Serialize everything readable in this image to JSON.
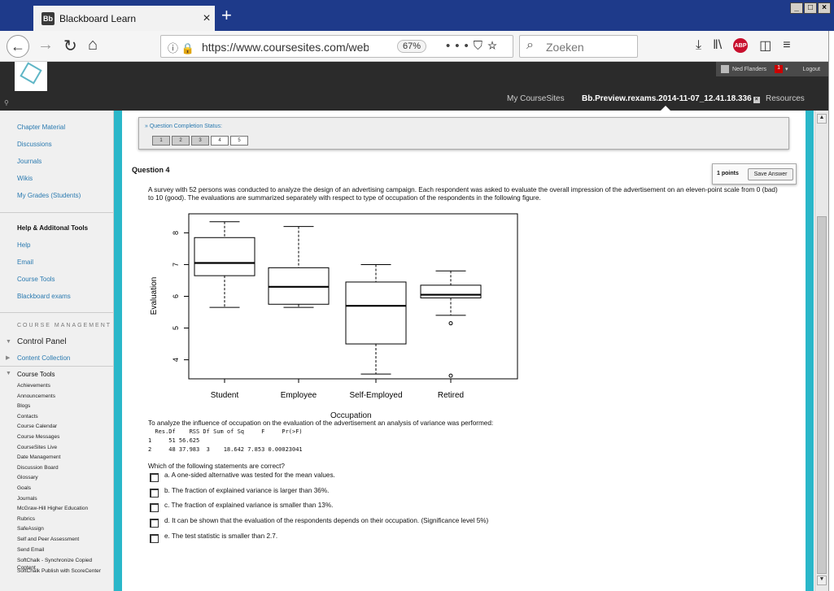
{
  "browser": {
    "tab_title": "Blackboard Learn",
    "tab_favicon": "Bb",
    "url": "https://www.coursesites.com/webapps",
    "zoom": "67%",
    "search_placeholder": "Zoeken"
  },
  "header": {
    "user_name": "Ned Flanders",
    "notification_count": "1",
    "logout": "Logout",
    "nav": [
      "My CourseSites",
      "Bb.Preview.rexams.2014-11-07_12.41.18.336",
      "Resources"
    ]
  },
  "sidebar": {
    "links_top": [
      "Chapter Material",
      "Discussions",
      "Journals",
      "Wikis",
      "My Grades (Students)"
    ],
    "help_heading": "Help & Additonal Tools",
    "help_links": [
      "Help",
      "Email",
      "Course Tools",
      "Blackboard exams"
    ],
    "management_heading": "COURSE MANAGEMENT",
    "control_panel": "Control Panel",
    "content_collection": "Content Collection",
    "course_tools": "Course Tools",
    "tools": [
      "Achievements",
      "Announcements",
      "Blogs",
      "Contacts",
      "Course Calendar",
      "Course Messages",
      "CourseSites Live",
      "Date Management",
      "Discussion Board",
      "Glossary",
      "Goals",
      "Journals",
      "McGraw-Hill Higher Education",
      "Rubrics",
      "SafeAssign",
      "Self and Peer Assessment",
      "Send Email",
      "SoftChalk - Synchronize Copied Content",
      "SoftChalk Publish with ScoreCenter"
    ]
  },
  "status": {
    "label": "Question Completion Status:",
    "cells": [
      "1",
      "2",
      "3",
      "4",
      "5"
    ]
  },
  "question": {
    "title": "Question 4",
    "points": "1 points",
    "save_label": "Save Answer",
    "text": "A survey with 52 persons was conducted to analyze the design of an advertising campaign. Each respondent was asked to evaluate the overall impression of the advertisement on an eleven-point scale from 0 (bad) to 10 (good). The evaluations are summarized separately with respect to type of occupation of the respondents in the following figure.",
    "anova_intro": "To analyze the influence of occupation on the evaluation of the advertisement an analysis of variance was performed:",
    "anova_lines": [
      "  Res.Df    RSS Df Sum of Sq     F     Pr(>F)",
      "1     51 56.625",
      "2     48 37.983  3    18.642 7.853 0.00023041"
    ],
    "which": "Which of the following statements are correct?",
    "options": [
      "a. A one-sided alternative was tested for the mean values.",
      "b. The fraction of explained variance is larger than 36%.",
      "c. The fraction of explained variance is smaller than 13%.",
      "d. It can be shown that the evaluation of the respondents depends on their occupation. (Significance level 5%)",
      "e. The test statistic is smaller than 2.7."
    ]
  },
  "plot": {
    "ylabel": "Evaluation",
    "xlabel": "Occupation",
    "yticks": [
      "4",
      "5",
      "6",
      "7",
      "8"
    ],
    "ylim": [
      3.4,
      8.6
    ],
    "groups": [
      {
        "name": "Student",
        "min": 5.65,
        "q1": 6.65,
        "median": 7.05,
        "q3": 7.85,
        "max": 8.35,
        "outliers": []
      },
      {
        "name": "Employee",
        "min": 5.65,
        "q1": 5.75,
        "median": 6.3,
        "q3": 6.9,
        "max": 8.2,
        "outliers": []
      },
      {
        "name": "Self-Employed",
        "min": 3.55,
        "q1": 4.5,
        "median": 5.7,
        "q3": 6.45,
        "max": 7.0,
        "outliers": []
      },
      {
        "name": "Retired",
        "min": 5.4,
        "q1": 5.95,
        "median": 6.05,
        "q3": 6.35,
        "max": 6.8,
        "outliers": [
          5.15,
          3.5
        ]
      }
    ]
  }
}
